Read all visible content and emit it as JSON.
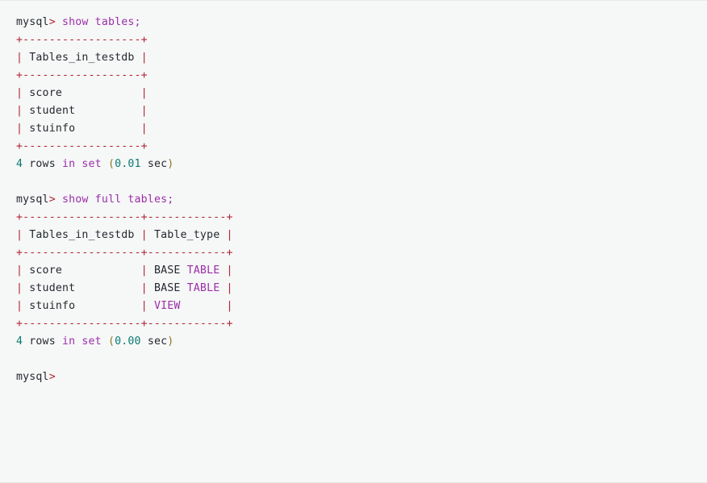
{
  "terminal": {
    "prompt": "mysql>",
    "prompt_word": "mysql",
    "prompt_arrow": ">",
    "colors": {
      "background": "#f6f7f7",
      "border": "#e8e8e8",
      "text": "#24292e",
      "keyword": "#9a2fa8",
      "rule": "#b02634",
      "pipe": "#b02634",
      "number": "#0b7a72",
      "paren": "#8a7520",
      "arrow": "#b02634"
    },
    "commands": [
      {
        "name": "show-tables",
        "sql": "show tables;",
        "row_count_label": "4 rows in set",
        "duration": "0.01",
        "duration_unit": "sec"
      },
      {
        "name": "show-full-tables",
        "sql": "show full tables;",
        "row_count_label": "4 rows in set",
        "duration": "0.00",
        "duration_unit": "sec"
      }
    ],
    "lines": [
      {
        "id": "l01",
        "type": "command",
        "text": "mysql> show tables;"
      },
      {
        "id": "l02",
        "type": "rule",
        "text": "+------------------+"
      },
      {
        "id": "l03",
        "type": "header",
        "text": "| Tables_in_testdb |"
      },
      {
        "id": "l04",
        "type": "rule",
        "text": "+------------------+"
      },
      {
        "id": "l05",
        "type": "row",
        "text": "| score            |"
      },
      {
        "id": "l06",
        "type": "row",
        "text": "| student          |"
      },
      {
        "id": "l07",
        "type": "row",
        "text": "| stuinfo          |"
      },
      {
        "id": "l08",
        "type": "rule",
        "text": "+------------------+"
      },
      {
        "id": "l09",
        "type": "status",
        "text": "4 rows in set (0.01 sec)"
      },
      {
        "id": "l10",
        "type": "blank",
        "text": ""
      },
      {
        "id": "l11",
        "type": "command",
        "text": "mysql> show full tables;"
      },
      {
        "id": "l12",
        "type": "rule",
        "text": "+------------------+------------+"
      },
      {
        "id": "l13",
        "type": "header",
        "text": "| Tables_in_testdb | Table_type |"
      },
      {
        "id": "l14",
        "type": "rule",
        "text": "+------------------+------------+"
      },
      {
        "id": "l15",
        "type": "row",
        "text": "| score            | BASE TABLE |"
      },
      {
        "id": "l16",
        "type": "row",
        "text": "| student          | BASE TABLE |"
      },
      {
        "id": "l17",
        "type": "row",
        "text": "| stuinfo          | VIEW       |"
      },
      {
        "id": "l18",
        "type": "rule",
        "text": "+------------------+------------+"
      },
      {
        "id": "l19",
        "type": "status",
        "text": "4 rows in set (0.00 sec)"
      },
      {
        "id": "l20",
        "type": "blank",
        "text": ""
      },
      {
        "id": "l21",
        "type": "prompt",
        "text": "mysql>"
      }
    ],
    "result_tables": [
      {
        "name": "show-tables-result",
        "columns": [
          "Tables_in_testdb"
        ],
        "rows": [
          [
            "score"
          ],
          [
            "student"
          ],
          [
            "stuinfo"
          ]
        ],
        "footer": "4 rows in set (0.01 sec)"
      },
      {
        "name": "show-full-tables-result",
        "columns": [
          "Tables_in_testdb",
          "Table_type"
        ],
        "rows": [
          [
            "score",
            "BASE TABLE"
          ],
          [
            "student",
            "BASE TABLE"
          ],
          [
            "stuinfo",
            "VIEW"
          ]
        ],
        "footer": "4 rows in set (0.00 sec)"
      }
    ],
    "keywords": [
      "show",
      "tables",
      "full",
      "in",
      "set",
      "TABLE",
      "VIEW"
    ]
  }
}
